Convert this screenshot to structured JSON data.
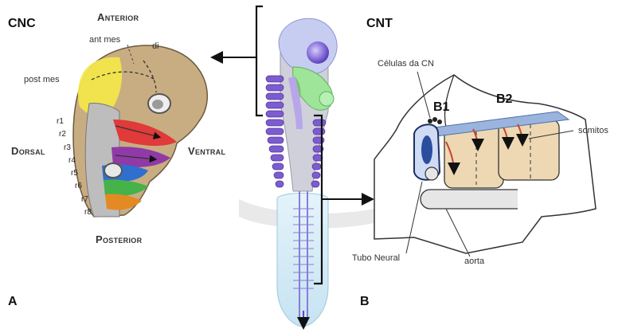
{
  "panel_a": {
    "title": "CNC",
    "letter": "A",
    "orientation": {
      "anterior": "Anterior",
      "posterior": "Posterior",
      "dorsal": "Dorsal",
      "ventral": "Ventral"
    },
    "regions": {
      "ant_mes": "ant mes",
      "di": "di",
      "post_mes": "post mes"
    },
    "rhombomeres": [
      "r1",
      "r2",
      "r3",
      "r4",
      "r5",
      "r6",
      "r7",
      "r8"
    ]
  },
  "panel_b": {
    "title": "CNT",
    "letter": "B",
    "labels": {
      "nc_cells": "Células da CN",
      "b1": "B1",
      "b2": "B2",
      "somites": "somitos",
      "neural_tube": "Tubo Neural",
      "aorta": "aorta"
    }
  },
  "colors": {
    "head_tan": "#c9ad82",
    "yellow": "#f2e64a",
    "red": "#e03a3a",
    "purple": "#8f3aa6",
    "blue": "#2f6fd0",
    "green": "#46b24a",
    "orange": "#e38a23",
    "embryo_violet": "#7d5ccf",
    "somite_tan": "#edd8b3"
  }
}
